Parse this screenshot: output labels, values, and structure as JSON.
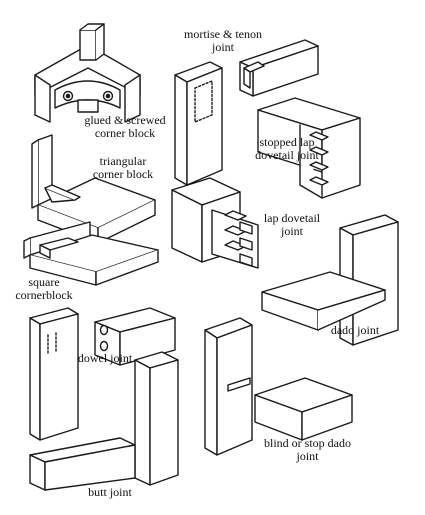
{
  "labels": {
    "mortise_tenon": [
      "mortise & tenon",
      "joint"
    ],
    "glued_screwed": [
      "glued & screwed",
      "corner block"
    ],
    "stopped_lap": [
      "stopped lap",
      "dovetail joint"
    ],
    "triangular": [
      "triangular",
      "corner block"
    ],
    "lap_dovetail": [
      "lap dovetail",
      "joint"
    ],
    "square": [
      "square",
      "cornerblock"
    ],
    "dado": [
      "dado joint"
    ],
    "dowel": [
      "dowel joint"
    ],
    "blind_dado": [
      "blind or stop dado",
      "joint"
    ],
    "butt": [
      "butt joint"
    ]
  },
  "colors": {
    "ink": "#1a1a1a",
    "paper": "#ffffff"
  }
}
